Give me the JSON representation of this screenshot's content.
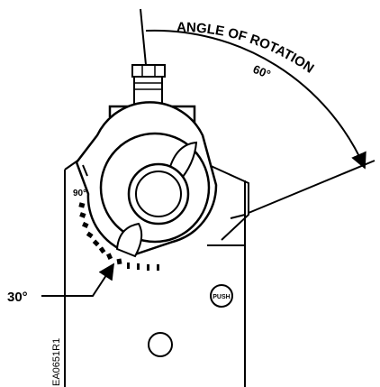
{
  "diagram": {
    "rotation_label": "ANGLE OF ROTATION",
    "rotation_value": "60°",
    "angle_30_label": "30°",
    "angle_90_label": "90°",
    "push_button_label": "PUSH",
    "drawing_number": "EA0651R1"
  },
  "colors": {
    "line": "#000000",
    "background": "#ffffff"
  }
}
